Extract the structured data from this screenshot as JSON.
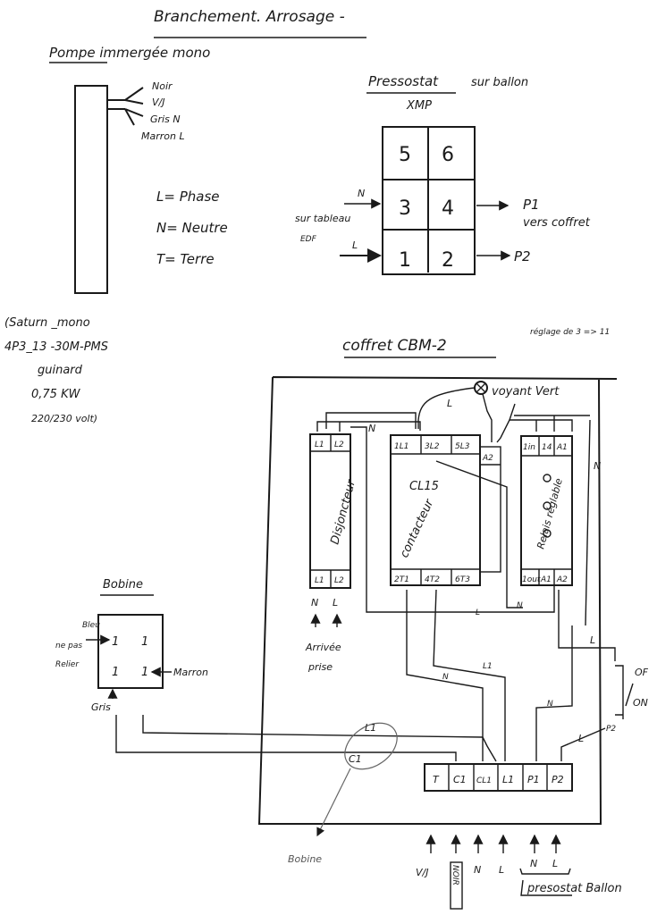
{
  "title": "Branchement. Arrosage -",
  "pump": {
    "title": "Pompe immergée mono",
    "wires": [
      "Noir",
      "V/J",
      "Gris  N",
      "Marron  L"
    ],
    "legend": [
      "L= Phase",
      "N= Neutre",
      "T= Terre"
    ],
    "specs": [
      "(Saturn _mono",
      "4P3_13 -30M-PMS",
      "guinard",
      "0,75 KW",
      "220/230 volt)"
    ]
  },
  "pressostat": {
    "title": "Pressostat",
    "title_suffix": "sur ballon",
    "model": "XMP",
    "cells": [
      "5",
      "6",
      "3",
      "4",
      "1",
      "2"
    ],
    "input_n": "N",
    "input_l": "L",
    "source_label": [
      "sur tableau",
      "EDF"
    ],
    "out_p1": "P1",
    "out_p1_note": "vers coffret",
    "out_p2": "P2"
  },
  "coffret": {
    "title": "coffret CBM-2",
    "setting": "réglage de 3 => 11",
    "lamp_label": "voyant Vert",
    "disjoncteur": {
      "label": "Disjoncteur",
      "top": [
        "L1",
        "L2"
      ],
      "bottom": [
        "L1",
        "L2"
      ]
    },
    "contacteur": {
      "model": "CL15",
      "label": "contacteur",
      "top": [
        "1L1",
        "3L2",
        "5L3"
      ],
      "bottom": [
        "2T1",
        "4T2",
        "6T3"
      ],
      "aux": "A2"
    },
    "relais": {
      "label": "Relais réglable",
      "top": [
        "1in",
        "14",
        "A1"
      ],
      "bottom": [
        "1out",
        "A1",
        "A2"
      ]
    },
    "arrival": {
      "n": "N",
      "l": "L",
      "label": [
        "Arrivée",
        "prise"
      ]
    },
    "wire_labels": {
      "l_top": "L",
      "n_top": "N",
      "n_right": "N",
      "n_relais": "N",
      "l_bottom": "L",
      "n_mid": "N",
      "l1_mid": "L1",
      "n_low": "N",
      "l_right": "L",
      "l_p2": "L",
      "p2": "P2"
    },
    "bundle": {
      "l1": "L1",
      "c1": "C1",
      "target": "Bobine"
    },
    "terminals": [
      "T",
      "C1",
      "CL1",
      "L1",
      "P1",
      "P2"
    ],
    "switch": {
      "off": "OF",
      "on": "ON"
    }
  },
  "bobine": {
    "title": "Bobine",
    "bleu": "Bleu",
    "note": [
      "ne pas",
      "Relier"
    ],
    "marron": "Marron",
    "gris": "Gris",
    "pins": [
      "1",
      "1",
      "1",
      "1"
    ]
  },
  "inputs": {
    "labels": [
      "V/J",
      "NOIR",
      "N",
      "L",
      "N",
      "L"
    ],
    "group_label": "presostat Ballon"
  }
}
